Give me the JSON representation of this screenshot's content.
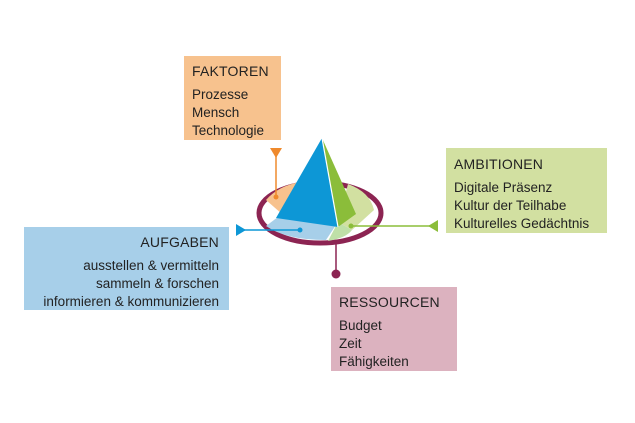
{
  "faktoren": {
    "title": "FAKTOREN",
    "items": [
      "Prozesse",
      "Mensch",
      "Technologie"
    ],
    "color": "#f7c28e"
  },
  "ambitionen": {
    "title": "AMBITIONEN",
    "items": [
      "Digitale Präsenz",
      "Kultur der Teilhabe",
      "Kulturelles Gedächtnis"
    ],
    "color": "#d2e0a1"
  },
  "aufgaben": {
    "title": "AUFGABEN",
    "items": [
      "ausstellen & vermitteln",
      "sammeln & forschen",
      "informieren & kommunizieren"
    ],
    "color": "#a7cfe9"
  },
  "ressourcen": {
    "title": "RESSOURCEN",
    "items": [
      "Budget",
      "Zeit",
      "Fähigkeiten"
    ],
    "color": "#dcb2bf"
  },
  "colors": {
    "orange": "#ef8a2d",
    "green": "#8bbd3a",
    "blue": "#0d97d6",
    "maroon": "#8c2452"
  }
}
